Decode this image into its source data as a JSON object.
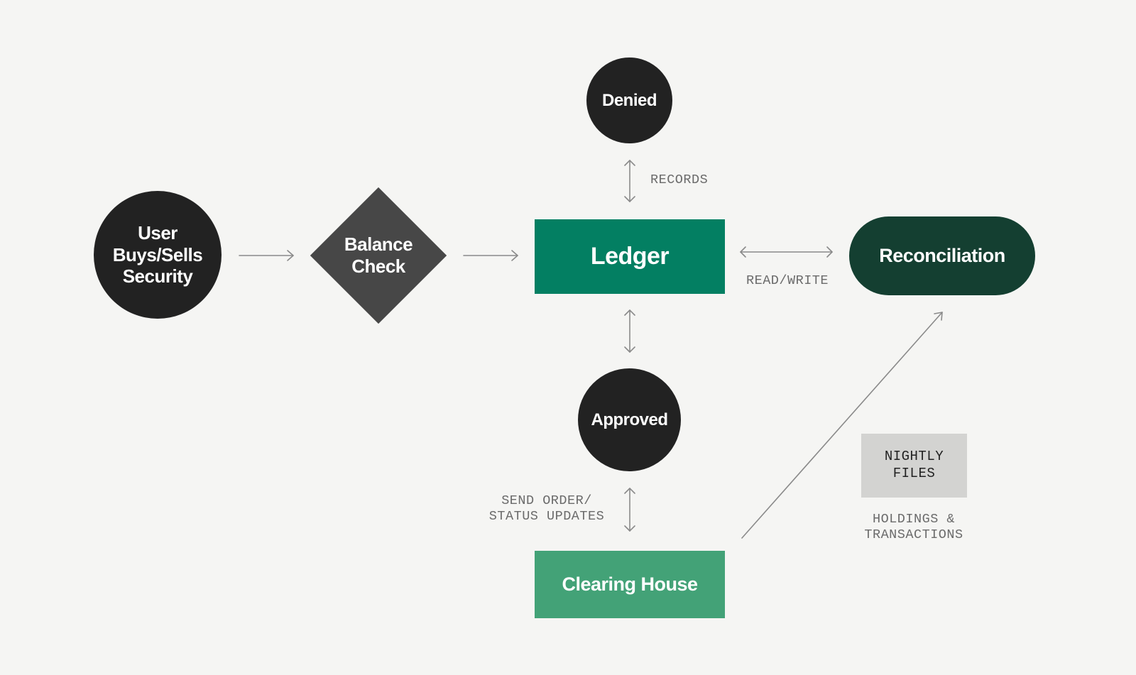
{
  "diagram": {
    "background": "#F5F5F3",
    "nodes": {
      "user": {
        "label": "User\nBuys/Sells\nSecurity",
        "shape": "circle",
        "color": "#222222"
      },
      "balance_check": {
        "label": "Balance\nCheck",
        "shape": "diamond",
        "color": "#474747"
      },
      "ledger": {
        "label": "Ledger",
        "shape": "rectangle",
        "color": "#037F62"
      },
      "denied": {
        "label": "Denied",
        "shape": "circle",
        "color": "#222222"
      },
      "approved": {
        "label": "Approved",
        "shape": "circle",
        "color": "#222222"
      },
      "reconciliation": {
        "label": "Reconciliation",
        "shape": "pill",
        "color": "#143F31"
      },
      "clearing_house": {
        "label": "Clearing House",
        "shape": "rectangle",
        "color": "#43A277"
      },
      "nightly_files": {
        "label": "NIGHTLY\nFILES",
        "shape": "note",
        "color": "#D3D3D1"
      }
    },
    "edges": [
      {
        "from": "user",
        "to": "balance_check",
        "direction": "forward"
      },
      {
        "from": "balance_check",
        "to": "ledger",
        "direction": "forward"
      },
      {
        "from": "ledger",
        "to": "denied",
        "direction": "both",
        "label": "RECORDS"
      },
      {
        "from": "ledger",
        "to": "reconciliation",
        "direction": "both",
        "label": "READ/WRITE"
      },
      {
        "from": "ledger",
        "to": "approved",
        "direction": "both"
      },
      {
        "from": "approved",
        "to": "clearing_house",
        "direction": "both",
        "label": "SEND ORDER/\nSTATUS UPDATES"
      },
      {
        "from": "clearing_house",
        "to": "reconciliation",
        "direction": "forward",
        "label": "HOLDINGS &\nTRANSACTIONS"
      }
    ],
    "edge_color": "#8A8A8A"
  }
}
